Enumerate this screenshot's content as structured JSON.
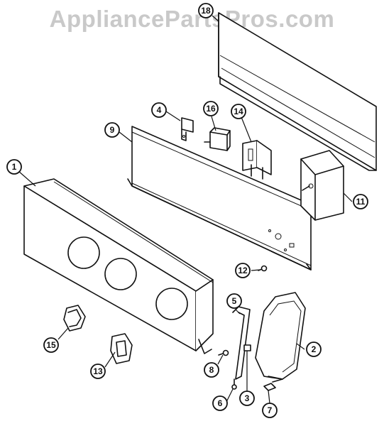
{
  "watermark": "AppliancePartsPros.com",
  "callouts": [
    "1",
    "2",
    "3",
    "4",
    "5",
    "6",
    "7",
    "8",
    "9",
    "11",
    "12",
    "13",
    "14",
    "15",
    "16",
    "18"
  ],
  "parts": {
    "p1": "console-panel",
    "p2": "end-cap-right",
    "p3": "clip",
    "p4": "switch-bracket",
    "p5": "end-trim-strip",
    "p6": "screw",
    "p7": "clip-small",
    "p8": "screw",
    "p9": "control-mounting-panel",
    "p11": "timer",
    "p12": "screw",
    "p13": "knob",
    "p14": "switch",
    "p15": "knob-round",
    "p16": "switch-small",
    "p18": "rear-panel"
  }
}
